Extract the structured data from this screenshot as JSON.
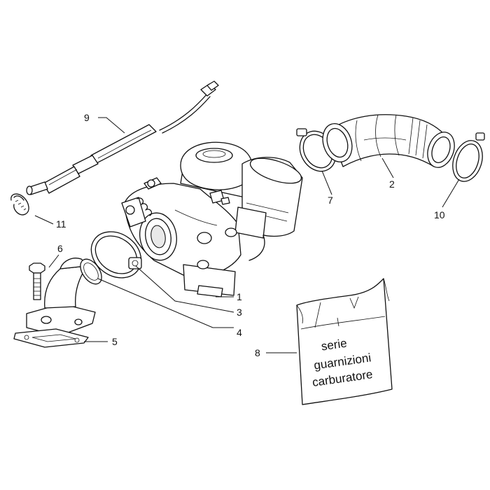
{
  "callouts": {
    "c1": "1",
    "c2": "2",
    "c3": "3",
    "c4": "4",
    "c5": "5",
    "c6": "6",
    "c7": "7",
    "c8": "8",
    "c9": "9",
    "c10": "10",
    "c11": "11"
  },
  "bag_label": {
    "line1": "serie",
    "line2": "guarnizioni",
    "line3": "carburatore"
  }
}
